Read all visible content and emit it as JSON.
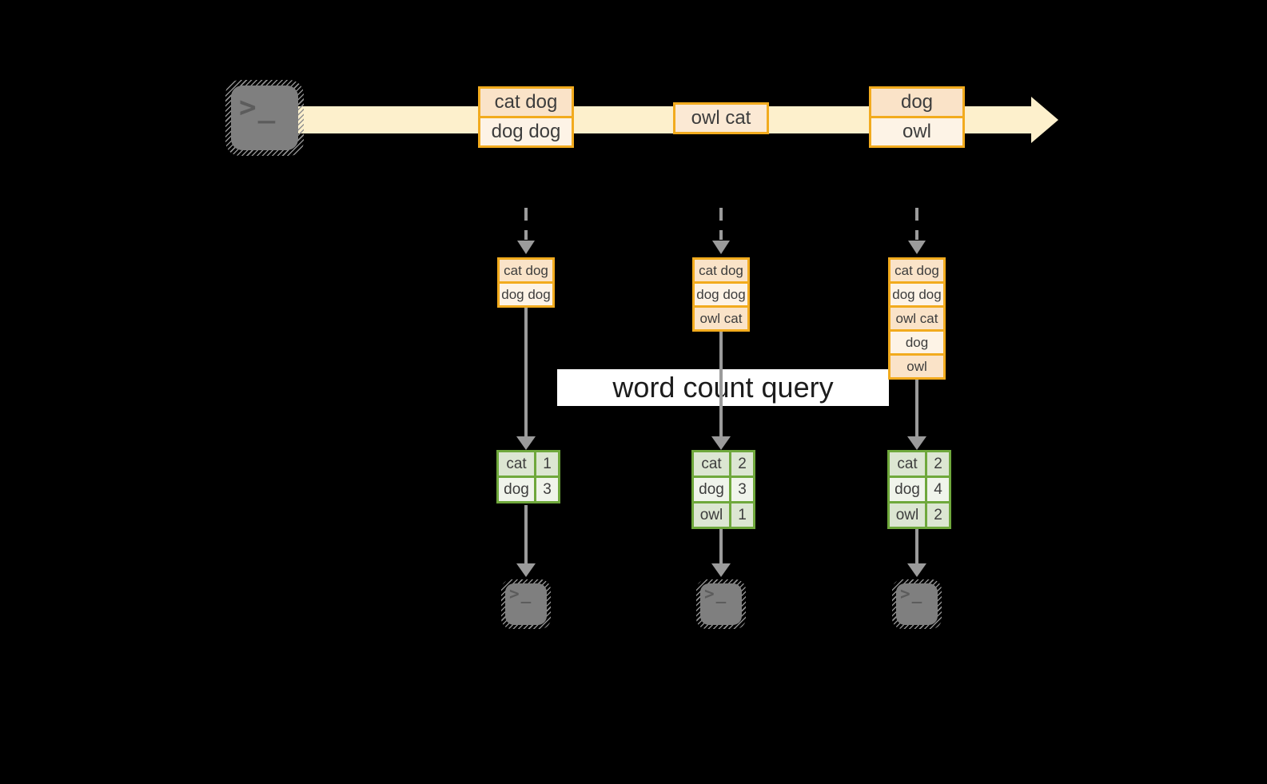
{
  "banner": {
    "label": "word count query"
  },
  "icons": {
    "prompt_glyph": ">_"
  },
  "stream": {
    "events": [
      {
        "lines": [
          "cat dog",
          "dog dog"
        ]
      },
      {
        "lines": [
          "owl cat"
        ]
      },
      {
        "lines": [
          "dog",
          "owl"
        ]
      }
    ]
  },
  "columns": [
    {
      "buffer": [
        "cat dog",
        "dog dog"
      ],
      "counts": [
        {
          "word": "cat",
          "count": 1
        },
        {
          "word": "dog",
          "count": 3
        }
      ]
    },
    {
      "buffer": [
        "cat dog",
        "dog dog",
        "owl cat"
      ],
      "counts": [
        {
          "word": "cat",
          "count": 2
        },
        {
          "word": "dog",
          "count": 3
        },
        {
          "word": "owl",
          "count": 1
        }
      ]
    },
    {
      "buffer": [
        "cat dog",
        "dog dog",
        "owl cat",
        "dog",
        "owl"
      ],
      "counts": [
        {
          "word": "cat",
          "count": 2
        },
        {
          "word": "dog",
          "count": 4
        },
        {
          "word": "owl",
          "count": 2
        }
      ]
    }
  ],
  "colors": {
    "background": "#000000",
    "stream_band": "#fdf0cc",
    "event_border": "#f2ab1e",
    "event_fill_dark": "#fae3c8",
    "event_fill_light": "#fdf3e6",
    "table_border": "#6fa83c",
    "table_fill_dark": "#dce6d2",
    "table_fill_light": "#f0f4eb",
    "arrow_gray": "#9b9b9b",
    "terminal_gray": "#7f7f7f",
    "banner_bg": "#ffffff"
  }
}
